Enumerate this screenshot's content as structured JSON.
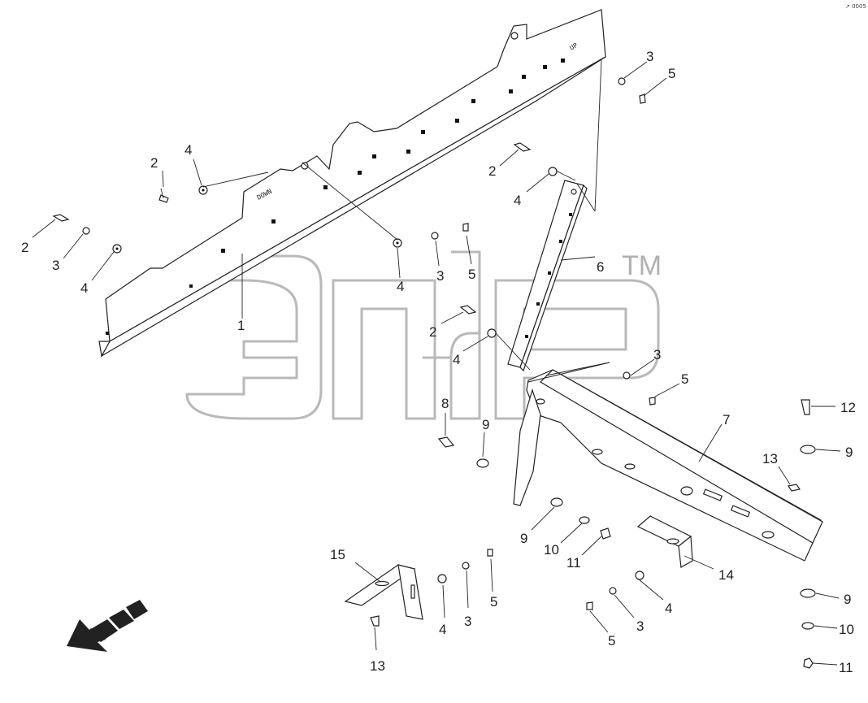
{
  "corner_mark": "↗ 0005",
  "watermark": {
    "trademark": "TM"
  },
  "embossed_text": {
    "guard_top": "UP",
    "guard_down": "DOWN"
  },
  "callouts": [
    {
      "id": "c1",
      "text": "1"
    },
    {
      "id": "c2a",
      "text": "2"
    },
    {
      "id": "c2b",
      "text": "2"
    },
    {
      "id": "c2c",
      "text": "2"
    },
    {
      "id": "c2d",
      "text": "2"
    },
    {
      "id": "c3a",
      "text": "3"
    },
    {
      "id": "c3b",
      "text": "3"
    },
    {
      "id": "c3c",
      "text": "3"
    },
    {
      "id": "c3d",
      "text": "3"
    },
    {
      "id": "c3e",
      "text": "3"
    },
    {
      "id": "c3f",
      "text": "3"
    },
    {
      "id": "c4a",
      "text": "4"
    },
    {
      "id": "c4b",
      "text": "4"
    },
    {
      "id": "c4c",
      "text": "4"
    },
    {
      "id": "c4d",
      "text": "4"
    },
    {
      "id": "c4e",
      "text": "4"
    },
    {
      "id": "c4f",
      "text": "4"
    },
    {
      "id": "c4g",
      "text": "4"
    },
    {
      "id": "c5a",
      "text": "5"
    },
    {
      "id": "c5b",
      "text": "5"
    },
    {
      "id": "c5c",
      "text": "5"
    },
    {
      "id": "c5d",
      "text": "5"
    },
    {
      "id": "c5e",
      "text": "5"
    },
    {
      "id": "c6",
      "text": "6"
    },
    {
      "id": "c7",
      "text": "7"
    },
    {
      "id": "c8",
      "text": "8"
    },
    {
      "id": "c9a",
      "text": "9"
    },
    {
      "id": "c9b",
      "text": "9"
    },
    {
      "id": "c9c",
      "text": "9"
    },
    {
      "id": "c9d",
      "text": "9"
    },
    {
      "id": "c10a",
      "text": "10"
    },
    {
      "id": "c10b",
      "text": "10"
    },
    {
      "id": "c11a",
      "text": "11"
    },
    {
      "id": "c11b",
      "text": "11"
    },
    {
      "id": "c12",
      "text": "12"
    },
    {
      "id": "c13a",
      "text": "13"
    },
    {
      "id": "c13b",
      "text": "13"
    },
    {
      "id": "c14",
      "text": "14"
    },
    {
      "id": "c15",
      "text": "15"
    }
  ]
}
